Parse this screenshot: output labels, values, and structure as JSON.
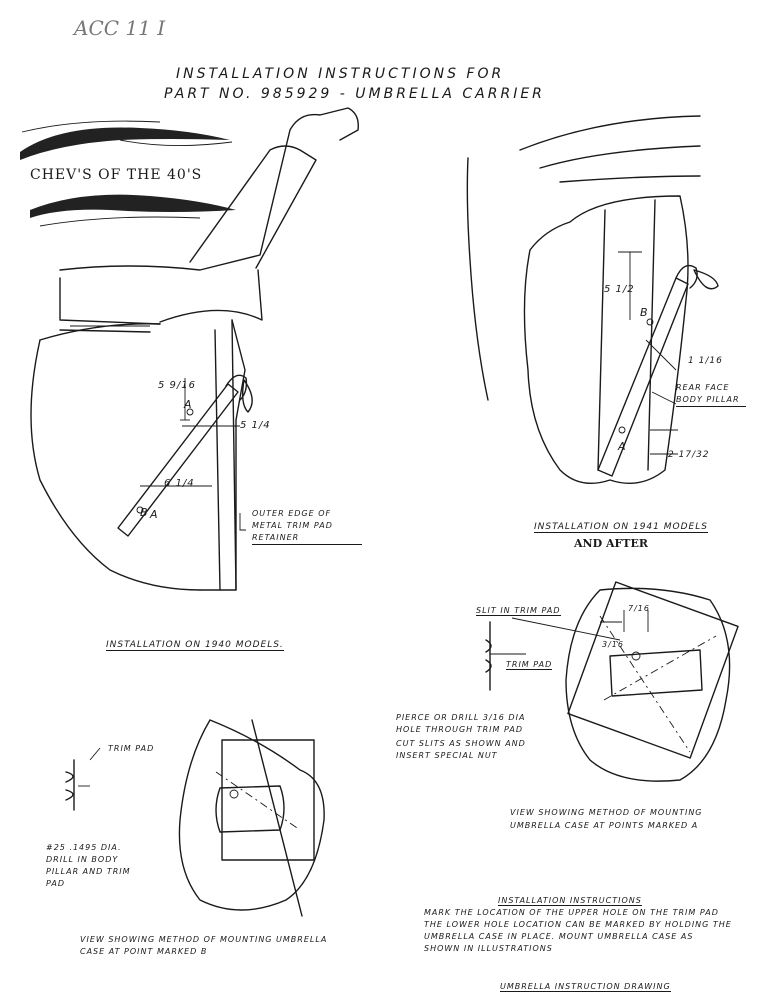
{
  "header": {
    "ref_code": "ACC 11 I",
    "title_line1": "INSTALLATION INSTRUCTIONS FOR",
    "title_line2": "PART NO. 985929 - UMBRELLA CARRIER"
  },
  "logo": {
    "text": "CHEV'S OF THE 40'S"
  },
  "fig_1940": {
    "dim_a": "5 9/16",
    "dim_b": "5 1/4",
    "dim_c": "6 1/4",
    "point_a1": "A",
    "point_a2": "A",
    "point_b": "B",
    "callout": "OUTER EDGE OF METAL TRIM PAD RETAINER",
    "caption": "INSTALLATION ON 1940 MODELS."
  },
  "fig_1941": {
    "dim_top": "5 1/2",
    "dim_mid": "1 1/16",
    "dim_low": "2 17/32",
    "point_b": "B",
    "point_a": "A",
    "callout": "REAR FACE BODY PILLAR",
    "caption_line1": "INSTALLATION ON 1941 MODELS",
    "caption_line2": "AND AFTER"
  },
  "fig_point_a": {
    "label_slit": "SLIT IN TRIM PAD",
    "label_trim": "TRIM PAD",
    "dim_small": "7/16",
    "dim_side": "3/16",
    "note1": "PIERCE OR DRILL 3/16 DIA HOLE THROUGH TRIM PAD",
    "note2": "CUT SLITS AS SHOWN AND INSERT SPECIAL NUT",
    "caption": "VIEW SHOWING METHOD OF MOUNTING UMBRELLA CASE AT POINTS MARKED A"
  },
  "fig_point_b": {
    "label_trim": "TRIM PAD",
    "note": "#25 .1495 DIA. DRILL IN BODY PILLAR AND TRIM PAD",
    "caption": "VIEW SHOWING METHOD OF MOUNTING UMBRELLA CASE AT POINT MARKED B"
  },
  "instructions": {
    "heading": "INSTALLATION INSTRUCTIONS",
    "line1": "MARK THE LOCATION OF THE UPPER HOLE ON THE TRIM PAD",
    "line2": "THE LOWER HOLE LOCATION CAN BE MARKED BY HOLDING THE",
    "line3": "UMBRELLA CASE IN PLACE. MOUNT UMBRELLA CASE AS",
    "line4": "SHOWN IN ILLUSTRATIONS"
  },
  "footer": {
    "drawing_title": "UMBRELLA INSTRUCTION DRAWING"
  }
}
